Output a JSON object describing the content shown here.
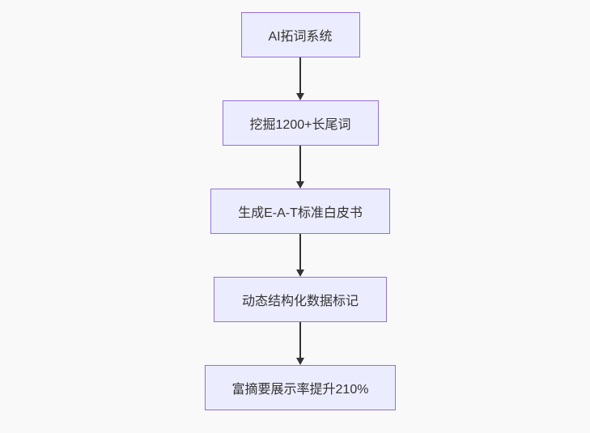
{
  "page": {
    "background_color": "#f9f9f9"
  },
  "chart_data": {
    "type": "flowchart",
    "direction": "top-down",
    "node_fill_color": "#ECECFF",
    "node_border_color": "#9370DB",
    "node_text_color": "#333333",
    "arrow_color": "#333333",
    "nodes": [
      {
        "id": "step1",
        "label": "AI拓词系统"
      },
      {
        "id": "step2",
        "label": "挖掘1200+长尾词"
      },
      {
        "id": "step3",
        "label": "生成E-A-T标准白皮书"
      },
      {
        "id": "step4",
        "label": "动态结构化数据标记"
      },
      {
        "id": "step5",
        "label": "富摘要展示率提升210%"
      }
    ],
    "edges": [
      {
        "from": "step1",
        "to": "step2"
      },
      {
        "from": "step2",
        "to": "step3"
      },
      {
        "from": "step3",
        "to": "step4"
      },
      {
        "from": "step4",
        "to": "step5"
      }
    ]
  }
}
